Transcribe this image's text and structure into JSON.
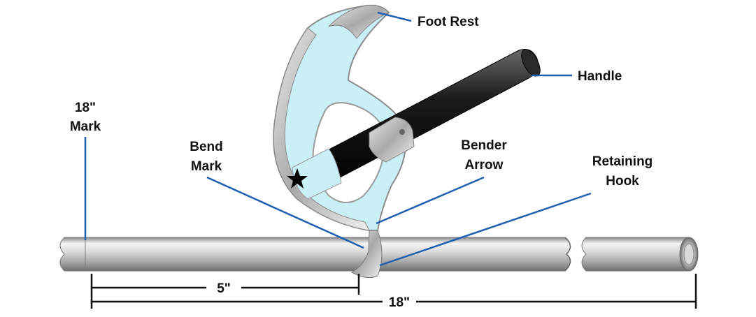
{
  "labels": {
    "foot_rest": "Foot Rest",
    "handle": "Handle",
    "mark_18_line1": "18\"",
    "mark_18_line2": "Mark",
    "bend_mark_line1": "Bend",
    "bend_mark_line2": "Mark",
    "bender_arrow_line1": "Bender",
    "bender_arrow_line2": "Arrow",
    "retaining_hook_line1": "Retaining",
    "retaining_hook_line2": "Hook"
  },
  "dimensions": {
    "short": "5\"",
    "long": "18\""
  },
  "colors": {
    "leader": "#1f5fb0",
    "bender_fill": "#c9f0f7",
    "handle": "#111111",
    "dimension": "#111111"
  },
  "icons": {
    "bend_reference": "star-icon"
  }
}
